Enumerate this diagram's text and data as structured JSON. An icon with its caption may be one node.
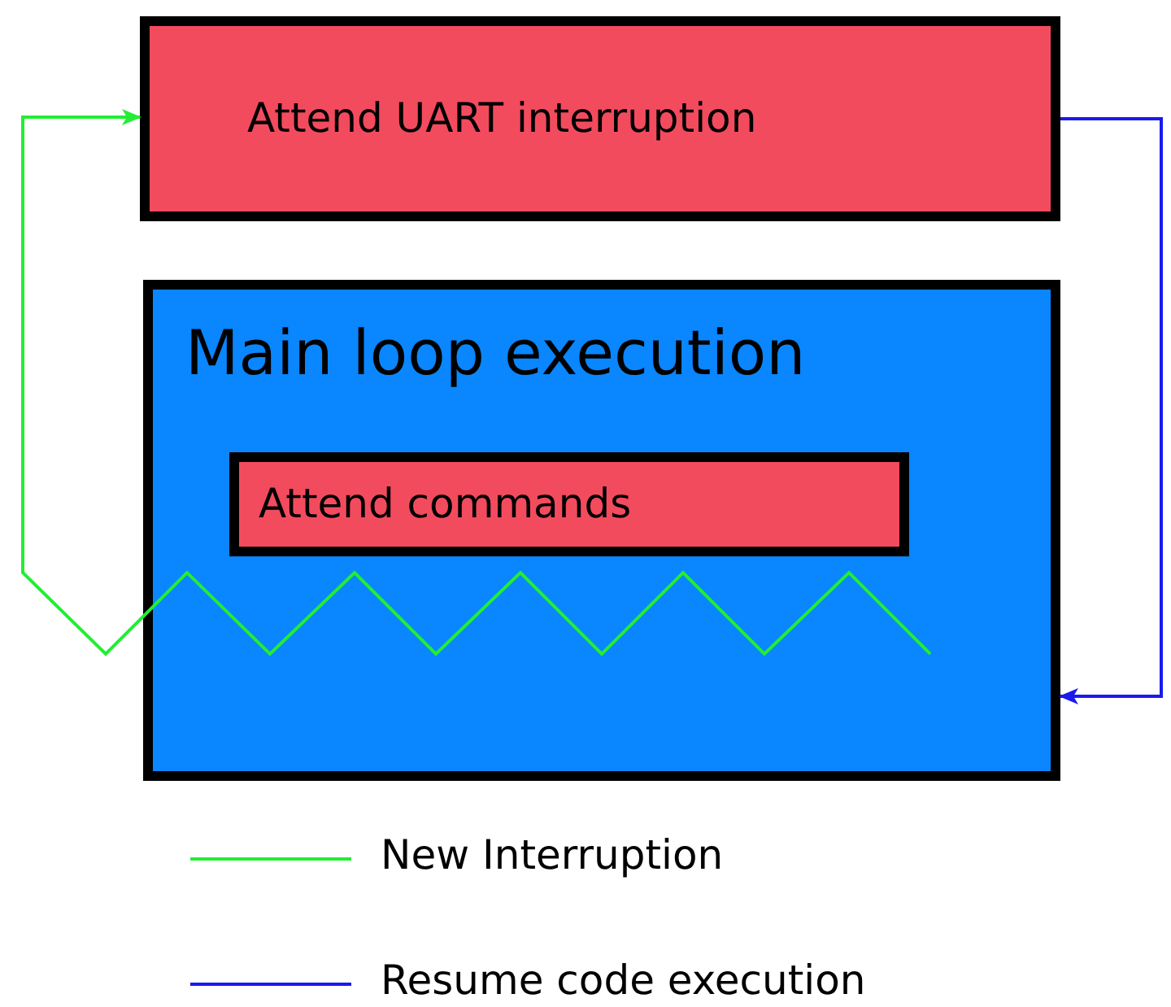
{
  "diagram": {
    "nodes": [
      {
        "text": [
          "Attend UART interruption"
        ]
      },
      {
        "text": [
          "Main loop execution"
        ]
      },
      {
        "text": [
          "Attend commands"
        ],
        "in": 1
      }
    ],
    "edges": [
      {
        "from": null,
        "to": 0,
        "arrow": "to",
        "color": "#22ee33"
      },
      {
        "from": 0,
        "to": 1,
        "arrow": "to",
        "color": "#1a1aee"
      }
    ],
    "legend": [
      {
        "text": "New Interruption"
      },
      {
        "text": "Resume code execution"
      }
    ]
  }
}
